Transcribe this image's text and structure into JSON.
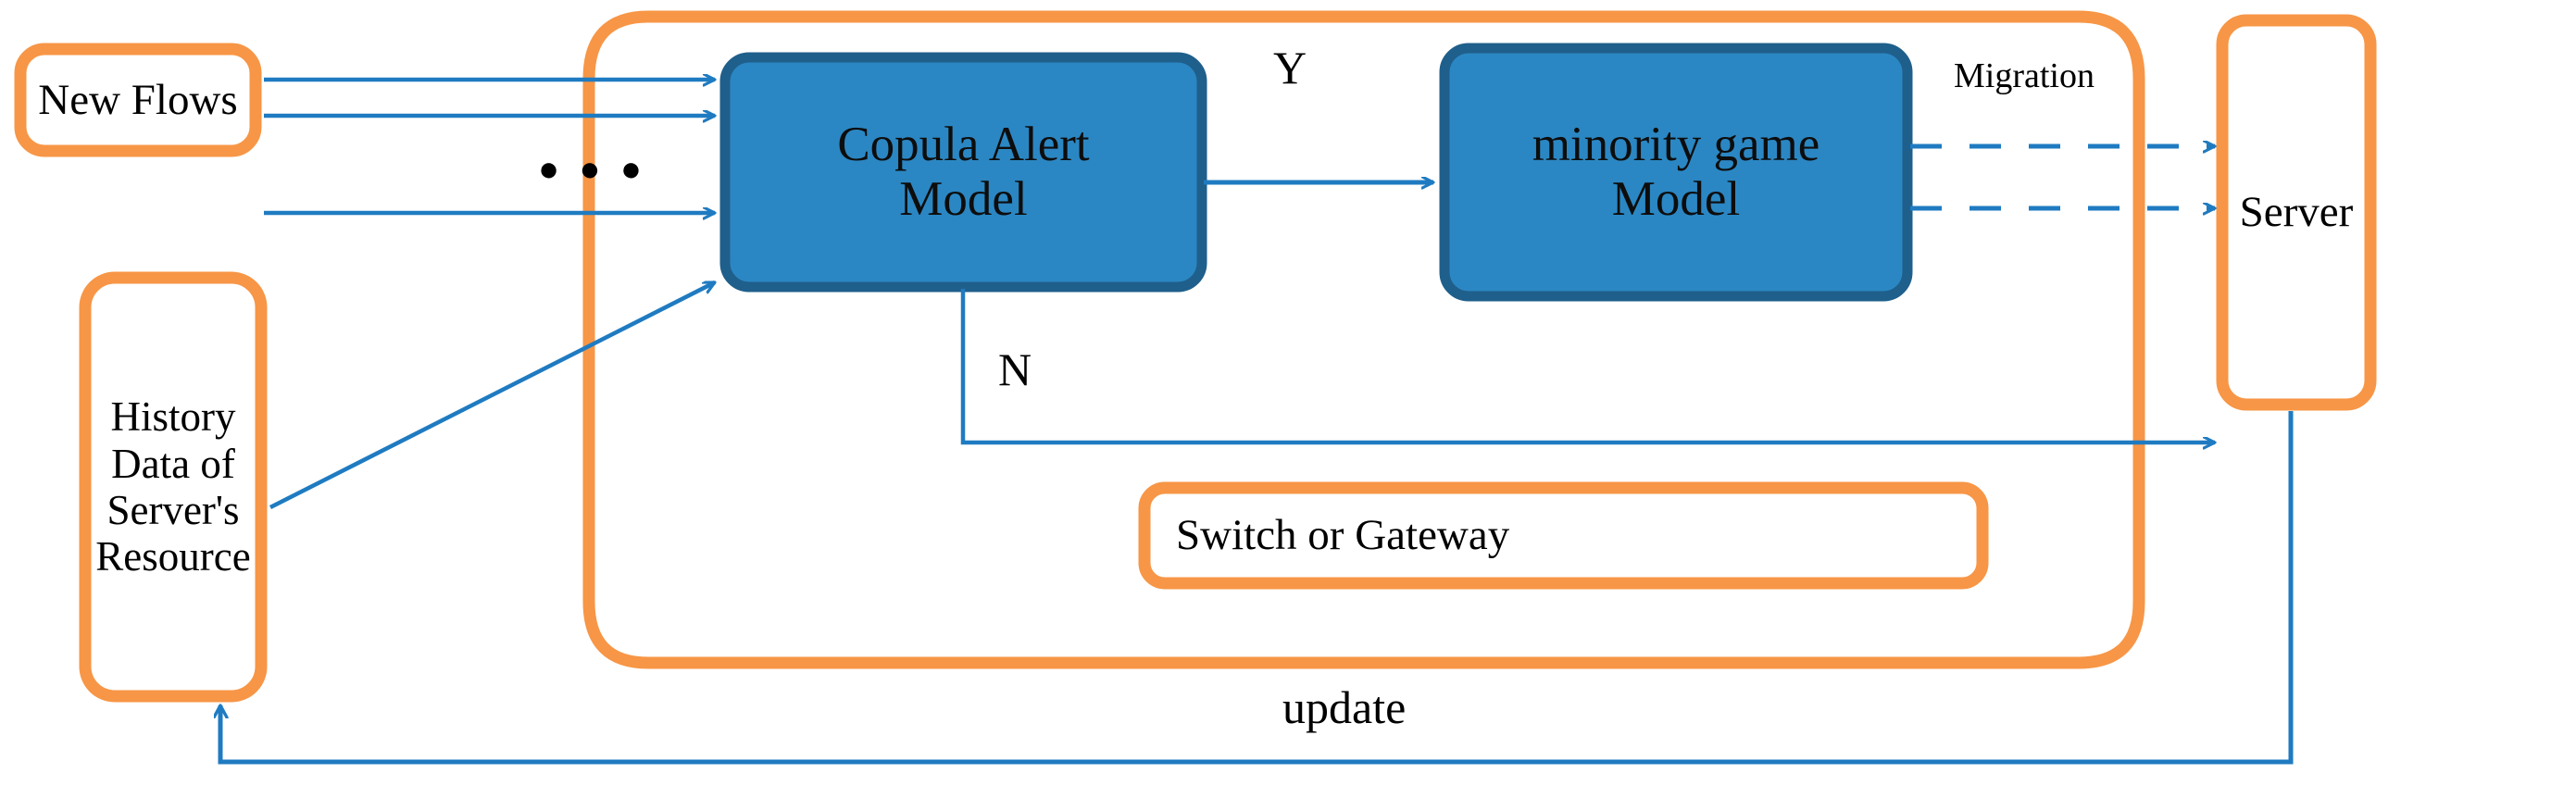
{
  "diagram": {
    "title": "Copula Alert and Minority Game flow architecture",
    "colors": {
      "orange": "#F79646",
      "blue_fill": "#2B87C3",
      "blue_border": "#1F5F8B",
      "arrow_blue": "#1F7BC1",
      "text": "#000000",
      "background": "#FFFFFF"
    },
    "nodes": {
      "new_flows": {
        "label": "New Flows"
      },
      "history_data": {
        "label": "History\nData of\nServer's\nResource"
      },
      "copula_alert": {
        "label": "Copula Alert\nModel"
      },
      "minority_game": {
        "label": "minority game\nModel"
      },
      "switch_gateway": {
        "label": "Switch or Gateway"
      },
      "server": {
        "label": "Server"
      },
      "container": {
        "label": ""
      },
      "ellipsis": {
        "label": "● ● ●"
      }
    },
    "edge_labels": {
      "yes": "Y",
      "no": "N",
      "migration": "Migration",
      "update": "update"
    }
  }
}
